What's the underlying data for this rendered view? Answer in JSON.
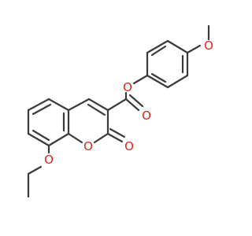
{
  "molecule": {
    "atoms": {
      "o_methoxy": {
        "label": "O",
        "color": "#e0251b"
      },
      "o_ester": {
        "label": "O",
        "color": "#e0251b"
      },
      "o_carbonyl": {
        "label": "O",
        "color": "#e0251b"
      },
      "o_ring": {
        "label": "O",
        "color": "#e0251b"
      },
      "o_lactone_carbonyl": {
        "label": "O",
        "color": "#e0251b"
      },
      "o_ethoxy": {
        "label": "O",
        "color": "#e0251b"
      }
    },
    "colors": {
      "bond": "#3a3a3a",
      "heteroatom": "#e0251b",
      "background": "#ffffff"
    }
  }
}
